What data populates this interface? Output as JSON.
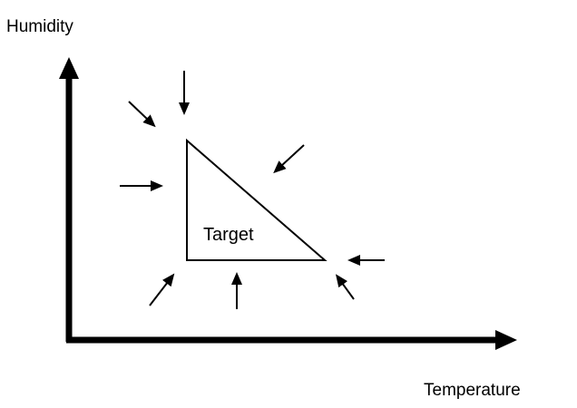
{
  "axes": {
    "y_label": "Humidity",
    "x_label": "Temperature"
  },
  "region": {
    "label": "Target"
  },
  "colors": {
    "stroke": "#000000",
    "background": "#ffffff"
  }
}
